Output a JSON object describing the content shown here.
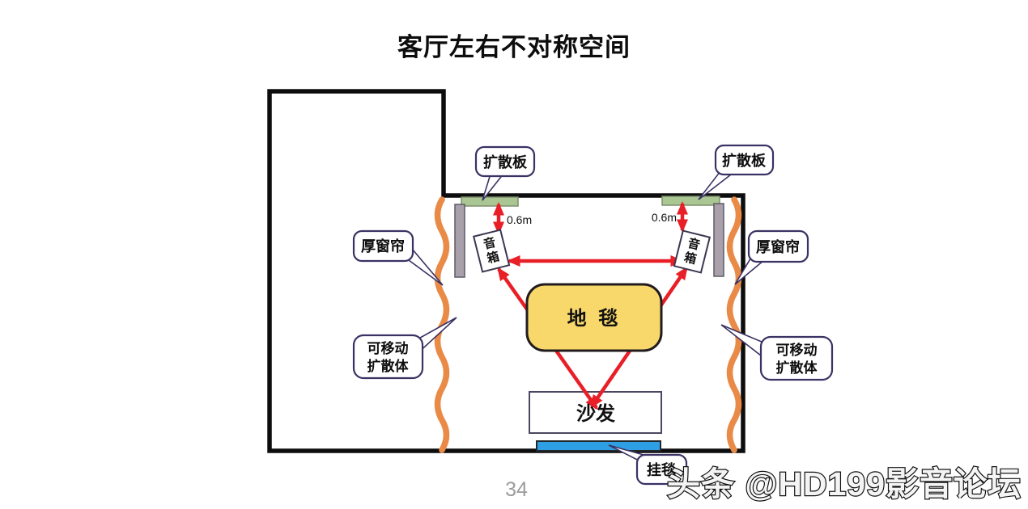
{
  "title": "客厅左右不对称空间",
  "page_number": "34",
  "watermark": "头条 @HD199影音论坛",
  "diagram": {
    "diffuser_panel_left_label": "扩散板",
    "diffuser_panel_right_label": "扩散板",
    "curtain_left_label": "厚窗帘",
    "curtain_right_label": "厚窗帘",
    "movable_diffuser_left_line1": "可移动",
    "movable_diffuser_left_line2": "扩散体",
    "movable_diffuser_right_line1": "可移动",
    "movable_diffuser_right_line2": "扩散体",
    "tapestry_label": "挂毯",
    "carpet_label": "地 毯",
    "sofa_label": "沙发",
    "speaker_left_char_top": "音",
    "speaker_left_char_bottom": "箱",
    "speaker_right_char_top": "音",
    "speaker_right_char_bottom": "箱",
    "distance_left": "0.6m",
    "distance_right": "0.6m"
  },
  "colors": {
    "arrow_red": "#e81f27",
    "curtain_orange": "#e98a47",
    "carpet_yellow": "#f9d86b",
    "tapestry_blue": "#2f9fe3",
    "panel_green": "#a9c693",
    "bar_gray": "#a8a1ab",
    "callout_border": "#3b3264",
    "wall_black": "#0d0d0d",
    "page_number_gray": "#9b9b9b"
  }
}
